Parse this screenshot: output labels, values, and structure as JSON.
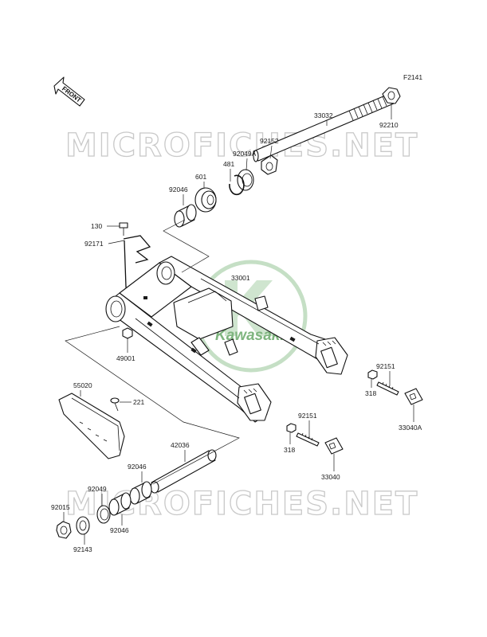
{
  "figure_code": "F2141",
  "front_label": "FRONT",
  "watermark_text": "MICROFICHES.NET",
  "logo_text": "Kawasaki",
  "colors": {
    "logo_green": "#7fb57f",
    "watermark_gray": "#c9c9c9",
    "line": "#111111"
  },
  "labels": [
    {
      "id": "33032",
      "text": "33032"
    },
    {
      "id": "92210",
      "text": "92210"
    },
    {
      "id": "92152",
      "text": "92152"
    },
    {
      "id": "92049A",
      "text": "92049A"
    },
    {
      "id": "481",
      "text": "481"
    },
    {
      "id": "601",
      "text": "601"
    },
    {
      "id": "92046a",
      "text": "92046"
    },
    {
      "id": "130",
      "text": "130"
    },
    {
      "id": "92171",
      "text": "92171"
    },
    {
      "id": "33001",
      "text": "33001"
    },
    {
      "id": "49001",
      "text": "49001"
    },
    {
      "id": "92151a",
      "text": "92151"
    },
    {
      "id": "318a",
      "text": "318"
    },
    {
      "id": "33040A",
      "text": "33040A"
    },
    {
      "id": "55020",
      "text": "55020"
    },
    {
      "id": "221",
      "text": "221"
    },
    {
      "id": "92151b",
      "text": "92151"
    },
    {
      "id": "318b",
      "text": "318"
    },
    {
      "id": "33040",
      "text": "33040"
    },
    {
      "id": "42036",
      "text": "42036"
    },
    {
      "id": "92046b",
      "text": "92046"
    },
    {
      "id": "92049",
      "text": "92049"
    },
    {
      "id": "92015",
      "text": "92015"
    },
    {
      "id": "92046c",
      "text": "92046"
    },
    {
      "id": "92143",
      "text": "92143"
    }
  ]
}
